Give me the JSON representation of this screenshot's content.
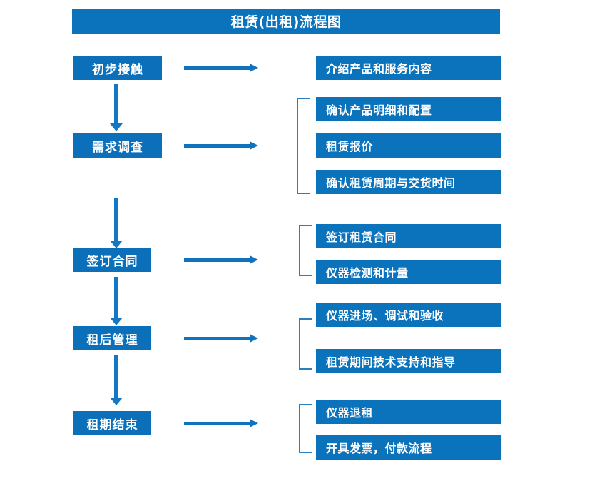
{
  "diagram": {
    "title": "租赁(出租)流程图",
    "colors": {
      "title_bar": "#0B72BC",
      "stage_box": "#0B6FBA",
      "detail_box": "#0B72BC",
      "arrow": "#1277C4",
      "bracket": "#2A7FC0",
      "text": "#FFFFFF",
      "background": "#FFFFFF"
    },
    "stages": [
      {
        "label": "初步接触",
        "details": [
          "介绍产品和服务内容"
        ]
      },
      {
        "label": "需求调查",
        "details": [
          "确认产品明细和配置",
          "租赁报价",
          "确认租赁周期与交货时间"
        ]
      },
      {
        "label": "签订合同",
        "details": [
          "签订租赁合同",
          "仪器检测和计量"
        ]
      },
      {
        "label": "租后管理",
        "details": [
          "仪器进场、调试和验收",
          "租赁期间技术支持和指导"
        ]
      },
      {
        "label": "租期结束",
        "details": [
          "仪器退租",
          "开具发票，付款流程"
        ]
      }
    ]
  }
}
